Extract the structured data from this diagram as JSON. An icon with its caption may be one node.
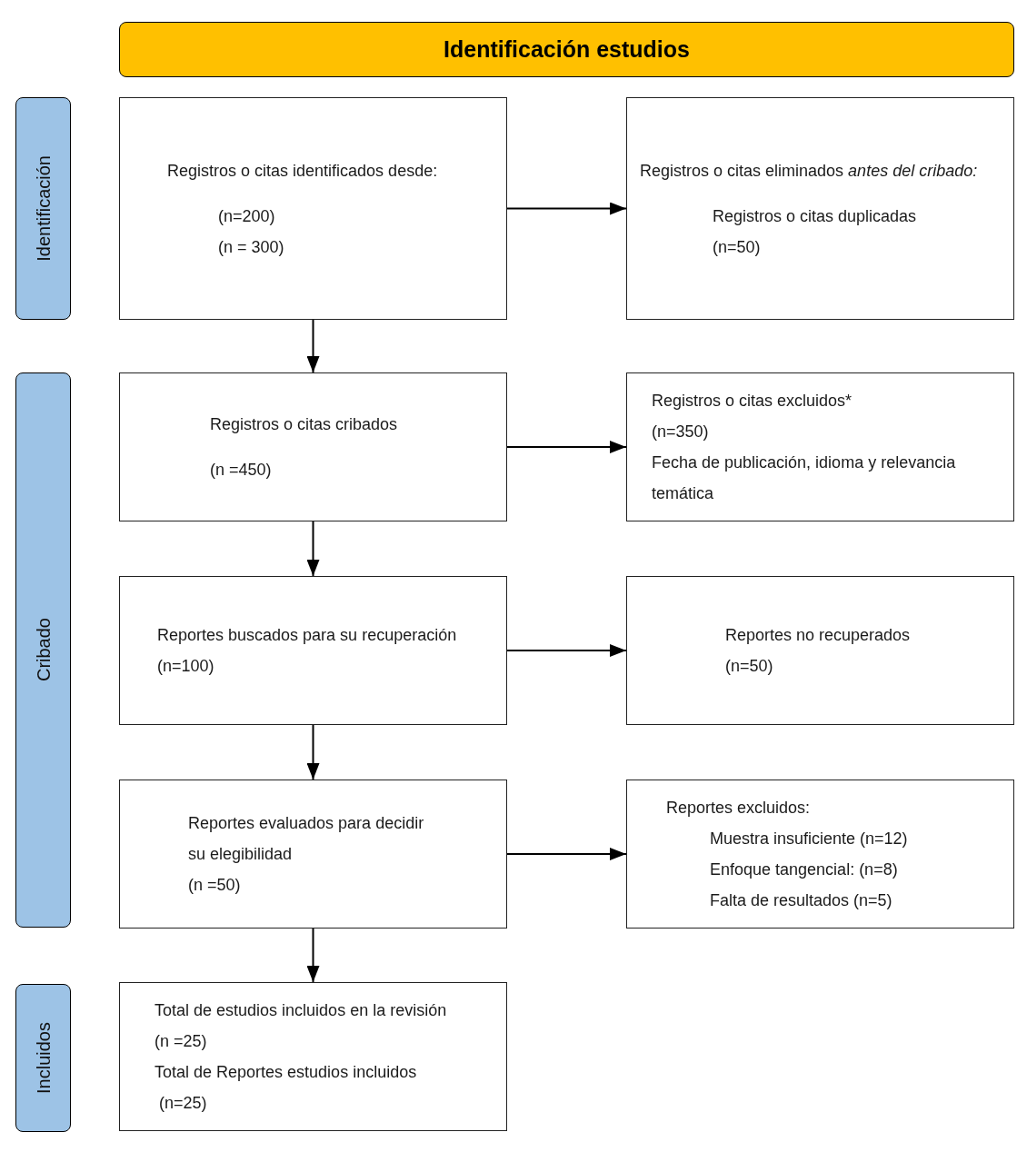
{
  "diagram": {
    "nodes": [
      {
        "text": [
          "Identificación estudios"
        ]
      },
      {
        "text": [
          "Identificación"
        ]
      },
      {
        "text": [
          "Registros o citas identificados desde:",
          "(n=200)",
          "(n = 300)"
        ]
      },
      {
        "text": [
          "Registros o citas eliminados *antes del cribado:*",
          "Registros o citas duplicadas",
          "(n=50)"
        ]
      },
      {
        "text": [
          "Cribado"
        ]
      },
      {
        "text": [
          "Registros o citas cribados",
          "(n =450)"
        ]
      },
      {
        "text": [
          "Registros o citas excluidos*",
          "(n=350)",
          "Fecha de publicación, idioma y relevancia temática"
        ]
      },
      {
        "text": [
          "Reportes buscados para su recuperación",
          "(n=100)"
        ]
      },
      {
        "text": [
          "Reportes no recuperados",
          "(n=50)"
        ]
      },
      {
        "text": [
          "Reportes evaluados para decidir su elegibilidad",
          "(n =50)"
        ]
      },
      {
        "text": [
          "Reportes excluidos:",
          "Muestra insuficiente (n=12)",
          "Enfoque tangencial: (n=8)",
          "Falta de resultados (n=5)"
        ]
      },
      {
        "text": [
          "Incluidos"
        ]
      },
      {
        "text": [
          "Total de estudios incluidos en la revisión",
          "(n =25)",
          "Total de Reportes estudios incluidos",
          "(n=25)"
        ]
      }
    ],
    "edges": [
      {
        "from": 2,
        "to": 3,
        "arrow": "to"
      },
      {
        "from": 2,
        "to": 5,
        "arrow": "to"
      },
      {
        "from": 5,
        "to": 6,
        "arrow": "to"
      },
      {
        "from": 5,
        "to": 7,
        "arrow": "to"
      },
      {
        "from": 7,
        "to": 8,
        "arrow": "to"
      },
      {
        "from": 7,
        "to": 9,
        "arrow": "to"
      },
      {
        "from": 9,
        "to": 10,
        "arrow": "to"
      },
      {
        "from": 9,
        "to": 12,
        "arrow": "to"
      }
    ]
  }
}
